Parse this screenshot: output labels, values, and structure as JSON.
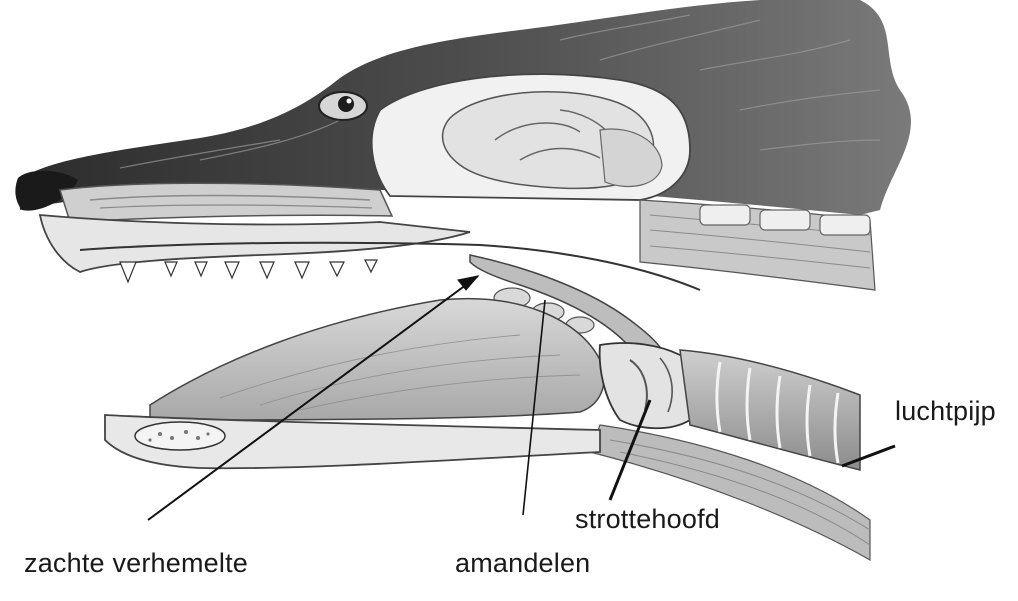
{
  "labels": {
    "soft_palate": "zachte verhemelte",
    "tonsils": "amandelen",
    "larynx": "strottehoofd",
    "trachea": "luchtpijp"
  },
  "colors": {
    "ink": "#1a1a1a",
    "fur_dark": "#3e3e3e",
    "fur_mid": "#6a6a6a",
    "tissue_light": "#e6e6e6",
    "tissue_mid": "#b9b9b9",
    "bone": "#f2f2f2",
    "background": "#ffffff"
  }
}
